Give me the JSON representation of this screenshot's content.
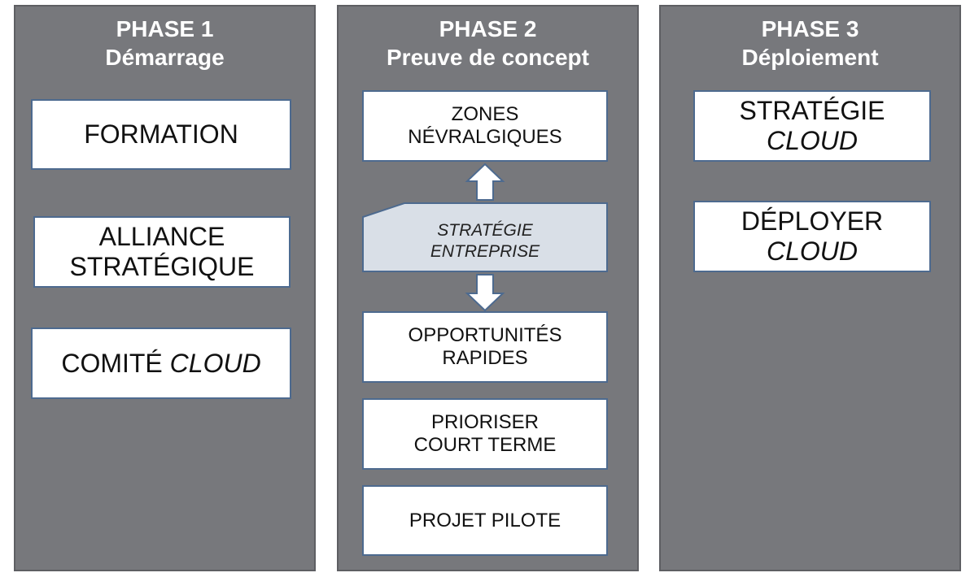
{
  "phases": [
    {
      "number": "PHASE 1",
      "name": "Démarrage",
      "items": [
        {
          "line1": "FORMATION"
        },
        {
          "line1": "ALLIANCE",
          "line2": "STRATÉGIQUE"
        },
        {
          "text": "COMITÉ ",
          "italic": "CLOUD"
        }
      ]
    },
    {
      "number": "PHASE 2",
      "name": "Preuve de concept",
      "top_item": {
        "line1": "ZONES",
        "line2": "NÉVRALGIQUES"
      },
      "center": {
        "line1": "STRATÉGIE",
        "line2": "ENTREPRISE"
      },
      "items": [
        {
          "line1": "OPPORTUNITÉS",
          "line2": "RAPIDES"
        },
        {
          "line1": "PRIORISER",
          "line2": "COURT TERME"
        },
        {
          "line1": "PROJET PILOTE"
        }
      ]
    },
    {
      "number": "PHASE 3",
      "name": "Déploiement",
      "items": [
        {
          "line1": "STRATÉGIE",
          "italic": "CLOUD"
        },
        {
          "line1": "DÉPLOYER",
          "italic": "CLOUD"
        }
      ]
    }
  ],
  "colors": {
    "panel": "#77787c",
    "box_border": "#4d6a8f",
    "strategy_fill": "#d9dfe7"
  }
}
